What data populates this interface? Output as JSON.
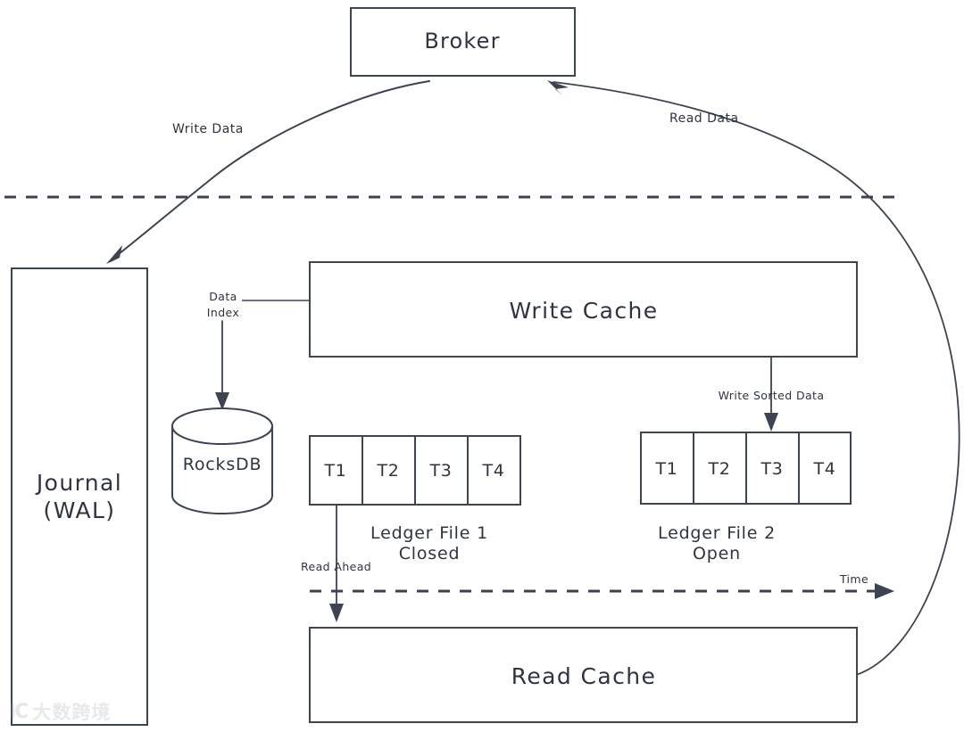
{
  "diagram": {
    "title_nodes": {
      "broker": "Broker",
      "journal_line1": "Journal",
      "journal_line2": "(WAL)",
      "rocksdb": "RocksDB",
      "write_cache": "Write Cache",
      "read_cache": "Read Cache"
    },
    "edge_labels": {
      "write_data": "Write Data",
      "read_data": "Read Data",
      "data_index": "Data",
      "data_index2": "Index",
      "write_sorted_data": "Write Sorted Data",
      "read_ahead": "Read Ahead",
      "time": "Time"
    },
    "ledger1": {
      "cells": [
        "T1",
        "T2",
        "T3",
        "T4"
      ],
      "caption_line1": "Ledger File 1",
      "caption_line2": "Closed"
    },
    "ledger2": {
      "cells": [
        "T1",
        "T2",
        "T3",
        "T4"
      ],
      "caption_line1": "Ledger File 2",
      "caption_line2": "Open"
    },
    "colors": {
      "stroke": "#3d4450",
      "text": "#2f3440",
      "background": "#ffffff"
    },
    "watermark": {
      "logo": "IC",
      "text": "大数跨境"
    }
  }
}
